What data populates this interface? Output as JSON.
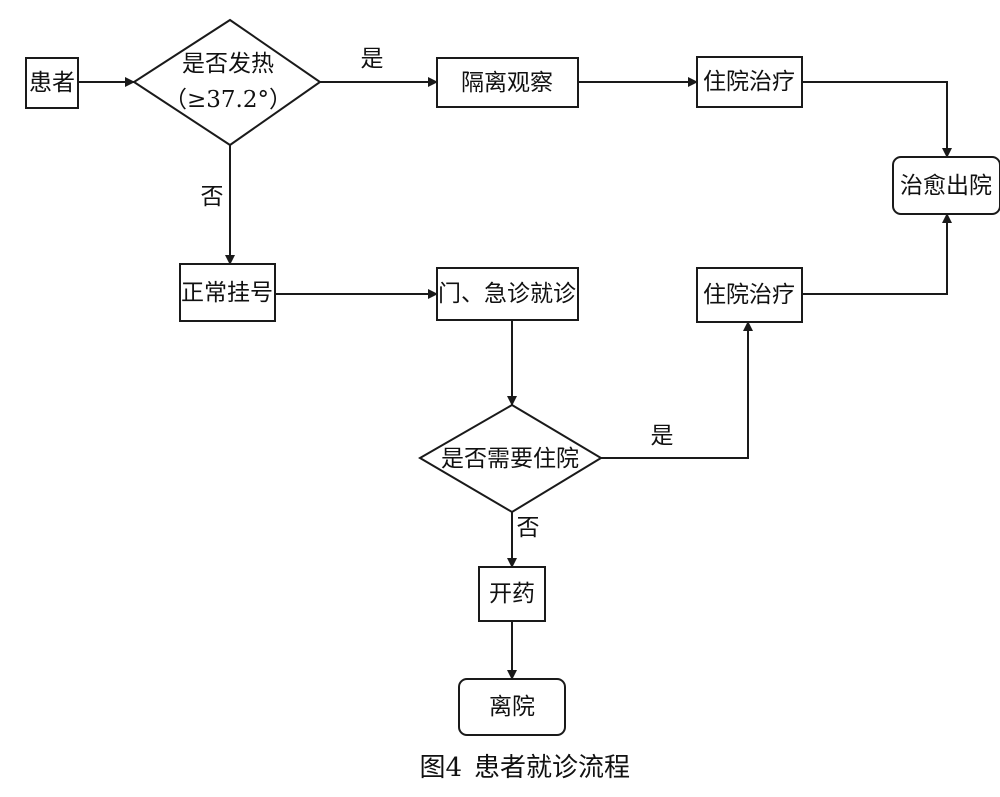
{
  "nodes": {
    "patient": "患者",
    "fever_check_line1": "是否发热",
    "fever_check_line2": "（≥37.2°）",
    "isolation": "隔离观察",
    "hospital_1": "住院治疗",
    "discharge_cured": "治愈出院",
    "registration": "正常挂号",
    "clinic": "门、急诊就诊",
    "hospital_2": "住院治疗",
    "need_hospital": "是否需要住院",
    "medicine": "开药",
    "leave": "离院"
  },
  "edges": {
    "fever_yes": "是",
    "fever_no": "否",
    "hosp_yes": "是",
    "hosp_no": "否"
  },
  "caption": {
    "figure_number": "图4",
    "title": "患者就诊流程"
  }
}
